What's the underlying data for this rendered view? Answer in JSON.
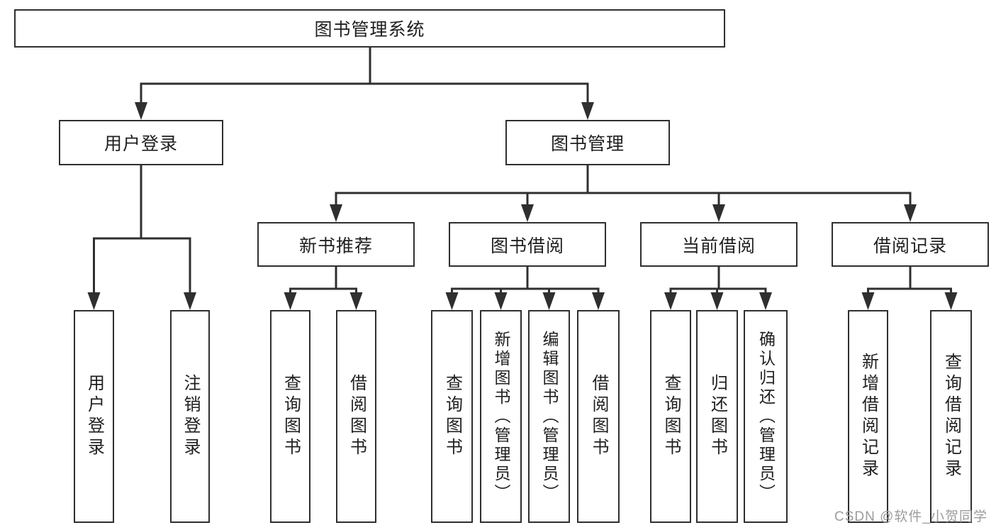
{
  "tree": {
    "label": "图书管理系统",
    "children": [
      {
        "label": "用户登录",
        "children": [
          {
            "label": "用户登录"
          },
          {
            "label": "注销登录"
          }
        ]
      },
      {
        "label": "图书管理",
        "children": [
          {
            "label": "新书推荐",
            "children": [
              {
                "label": "查询图书"
              },
              {
                "label": "借阅图书"
              }
            ]
          },
          {
            "label": "图书借阅",
            "children": [
              {
                "label": "查询图书"
              },
              {
                "label": "新增图书（管理员）"
              },
              {
                "label": "编辑图书（管理员）"
              },
              {
                "label": "借阅图书"
              }
            ]
          },
          {
            "label": "当前借阅",
            "children": [
              {
                "label": "查询图书"
              },
              {
                "label": "归还图书"
              },
              {
                "label": "确认归还（管理员）"
              }
            ]
          },
          {
            "label": "借阅记录",
            "children": [
              {
                "label": "新增借阅记录"
              },
              {
                "label": "查询借阅记录"
              }
            ]
          }
        ]
      }
    ]
  },
  "watermark": {
    "text": "CSDN @软件_小贺同学"
  },
  "colors": {
    "line": "#2f2f2f",
    "box-border": "#2f2f2f",
    "box-fill": "#ffffff",
    "text": "#1f1f1f",
    "watermark": "#9c9c9c",
    "background": "#ffffff"
  }
}
